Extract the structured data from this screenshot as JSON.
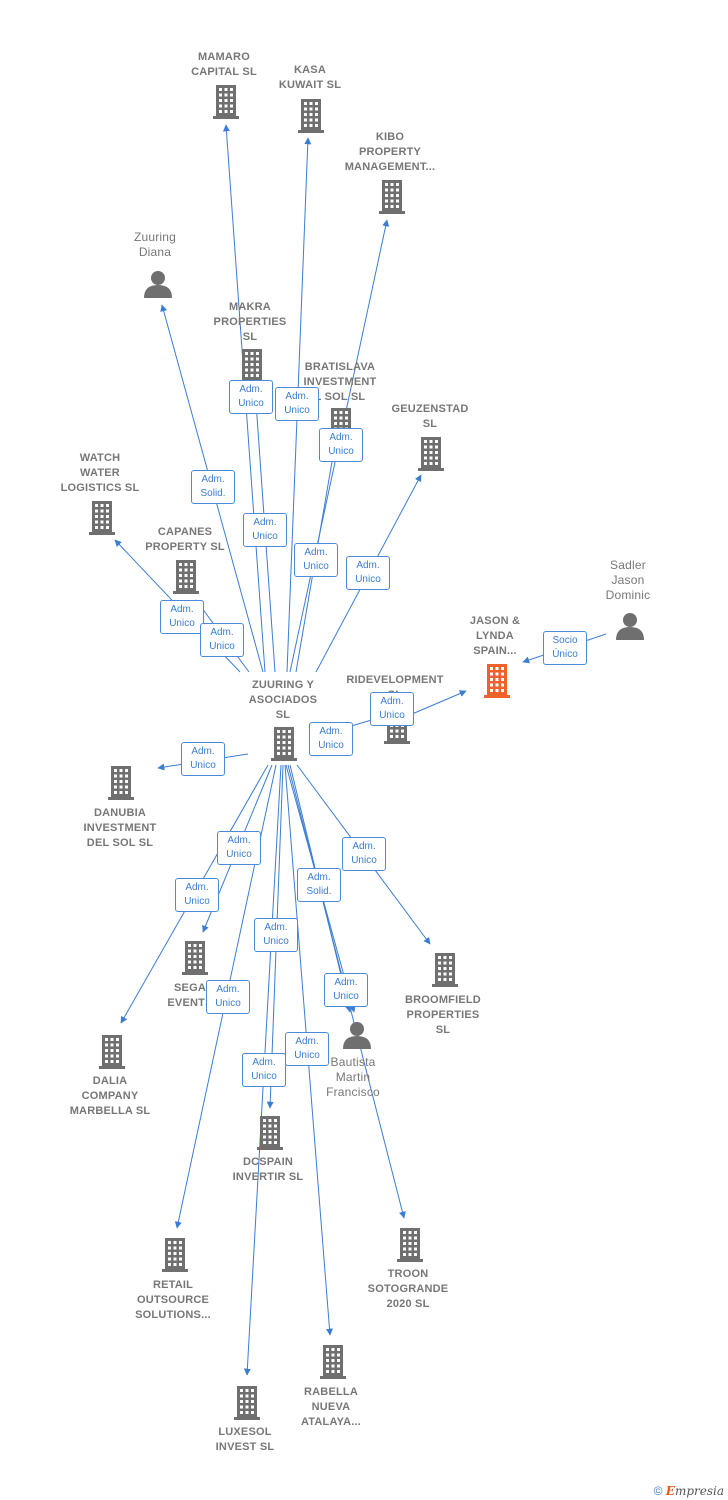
{
  "nodes": [
    {
      "id": "mamaro",
      "type": "company",
      "label": [
        "MAMARO",
        "CAPITAL  SL"
      ]
    },
    {
      "id": "kasa",
      "type": "company",
      "label": [
        "KASA",
        "KUWAIT  SL"
      ]
    },
    {
      "id": "kibo",
      "type": "company",
      "label": [
        "KIBO",
        "PROPERTY",
        "MANAGEMENT..."
      ]
    },
    {
      "id": "zuuring_diana",
      "type": "person",
      "label": [
        "Zuuring",
        "Diana"
      ]
    },
    {
      "id": "makra",
      "type": "company",
      "label": [
        "MAKRA",
        "PROPERTIES",
        "SL"
      ]
    },
    {
      "id": "bratislava",
      "type": "company",
      "label": [
        "BRATISLAVA",
        "INVESTMENT",
        "L SOL  SL"
      ]
    },
    {
      "id": "geuzenstad",
      "type": "company",
      "label": [
        "GEUZENSTAD",
        "SL"
      ]
    },
    {
      "id": "watch",
      "type": "company",
      "label": [
        "WATCH",
        "WATER",
        "LOGISTICS  SL"
      ]
    },
    {
      "id": "capanes",
      "type": "company",
      "label": [
        "CAPANES",
        "PROPERTY  SL"
      ]
    },
    {
      "id": "sadler",
      "type": "person",
      "label": [
        "Sadler",
        "Jason",
        "Dominic"
      ]
    },
    {
      "id": "jason_lynda",
      "type": "company",
      "focus": true,
      "label": [
        "JASON &",
        "LYNDA",
        "SPAIN..."
      ]
    },
    {
      "id": "ridevelopment",
      "type": "company",
      "label": [
        "RIDEVELOPMENT",
        "SL"
      ]
    },
    {
      "id": "zuuring_asoc",
      "type": "company",
      "label": [
        "ZUURING Y",
        "ASOCIADOS",
        "SL"
      ]
    },
    {
      "id": "danubia",
      "type": "company",
      "label": [
        "DANUBIA",
        "INVESTMENT",
        "DEL SOL  SL"
      ]
    },
    {
      "id": "sega",
      "type": "company",
      "label": [
        "SEGA",
        "EVENTS"
      ]
    },
    {
      "id": "broomfield",
      "type": "company",
      "label": [
        "BROOMFIELD",
        "PROPERTIES",
        "SL"
      ]
    },
    {
      "id": "dalia",
      "type": "company",
      "label": [
        "DALIA",
        "COMPANY",
        "MARBELLA  SL"
      ]
    },
    {
      "id": "bautista",
      "type": "person",
      "label": [
        "Bautista",
        "Martin",
        "Francisco"
      ]
    },
    {
      "id": "dcspain",
      "type": "company",
      "label": [
        "DCSPAIN",
        "INVERTIR  SL"
      ]
    },
    {
      "id": "retail",
      "type": "company",
      "label": [
        "RETAIL",
        "OUTSOURCE",
        "SOLUTIONS..."
      ]
    },
    {
      "id": "troon",
      "type": "company",
      "label": [
        "TROON",
        "SOTOGRANDE",
        "2020  SL"
      ]
    },
    {
      "id": "rabella",
      "type": "company",
      "label": [
        "RABELLA",
        "NUEVA",
        "ATALAYA..."
      ]
    },
    {
      "id": "luxesol",
      "type": "company",
      "label": [
        "LUXESOL",
        "INVEST  SL"
      ]
    }
  ],
  "edges": [
    {
      "id": "e-mamaro",
      "label": [
        "Adm.",
        "Unico"
      ]
    },
    {
      "id": "e-kasa",
      "label": [
        "Adm.",
        "Unico"
      ]
    },
    {
      "id": "e-kibo",
      "label": [
        "Adm.",
        "Unico"
      ]
    },
    {
      "id": "e-diana",
      "label": [
        "Adm.",
        "Solid."
      ]
    },
    {
      "id": "e-makra",
      "label": [
        "Adm.",
        "Unico"
      ]
    },
    {
      "id": "e-bratislava",
      "label": [
        "Adm.",
        "Unico"
      ]
    },
    {
      "id": "e-geuzenstad",
      "label": [
        "Adm.",
        "Unico"
      ]
    },
    {
      "id": "e-watch",
      "label": [
        "Adm.",
        "Unico"
      ]
    },
    {
      "id": "e-capanes",
      "label": [
        "Adm.",
        "Unico"
      ]
    },
    {
      "id": "e-sadler",
      "label": [
        "Socio",
        "Único"
      ]
    },
    {
      "id": "e-jason",
      "label": [
        "Adm.",
        "Unico"
      ]
    },
    {
      "id": "e-ridev",
      "label": [
        "Adm.",
        "Unico"
      ]
    },
    {
      "id": "e-danubia",
      "label": [
        "Adm.",
        "Unico"
      ]
    },
    {
      "id": "e-sega",
      "label": [
        "Adm.",
        "Unico"
      ]
    },
    {
      "id": "e-dalia",
      "label": [
        "Adm.",
        "Unico"
      ]
    },
    {
      "id": "e-broomfield",
      "label": [
        "Adm.",
        "Unico"
      ]
    },
    {
      "id": "e-bautista-solid",
      "label": [
        "Adm.",
        "Solid."
      ]
    },
    {
      "id": "e-bautista",
      "label": [
        "Adm.",
        "Unico"
      ]
    },
    {
      "id": "e-dcspain",
      "label": [
        "Adm.",
        "Unico"
      ]
    },
    {
      "id": "e-retail",
      "label": [
        "Adm.",
        "Unico"
      ]
    },
    {
      "id": "e-troon",
      "label": [
        "Adm.",
        "Unico"
      ]
    },
    {
      "id": "e-rabella",
      "label": [
        "Adm.",
        "Unico"
      ]
    },
    {
      "id": "e-luxesol",
      "label": [
        "Adm.",
        "Unico"
      ]
    }
  ],
  "colors": {
    "edge": "#3b7dd0",
    "company": "#6f6f6f",
    "focus": "#f0612d",
    "person": "#6f6f6f"
  },
  "footer": {
    "copyright": "©",
    "brand_first": "E",
    "brand_rest": "mpresia"
  }
}
